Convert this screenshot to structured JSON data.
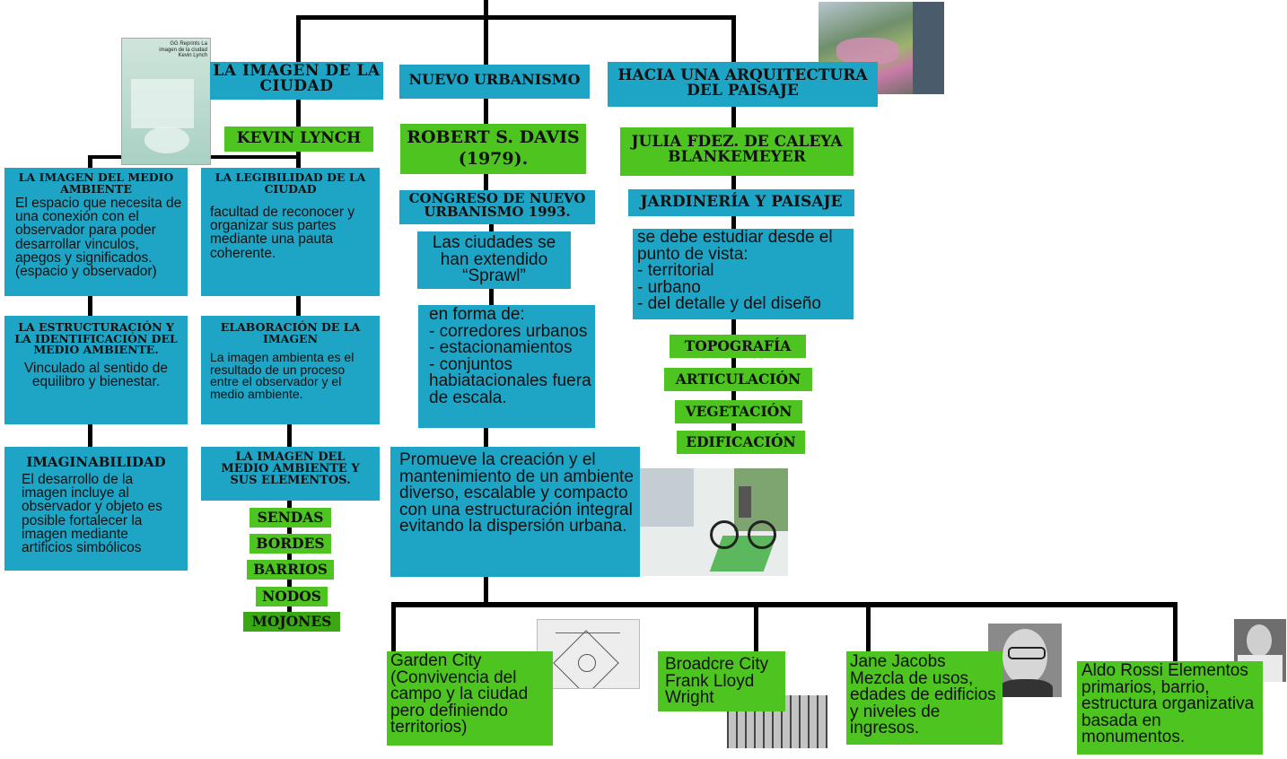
{
  "branches": {
    "lynch": {
      "title": "La imagen de la ciudad",
      "author": "Kevin Lynch",
      "book_cover": "GG Reprints La imagen de la ciudad Kevin Lynch",
      "medio": {
        "title": "La imagen del medio ambiente",
        "text": "El espacio que necesita de una conexión con el observador para poder desarrollar vinculos, apegos y significados. (espacio y observador)"
      },
      "legibilidad": {
        "title": "La legibilidad de la ciudad",
        "text": "facultad de reconocer y organizar sus partes mediante una pauta coherente."
      },
      "estructuracion": {
        "title": "La estructuración y la identificación del medio ambiente.",
        "text": "Vinculado al sentido de equilibro y bienestar."
      },
      "elaboracion": {
        "title": "Elaboración de la imagen",
        "text": "La imagen ambienta es el resultado de un proceso entre el observador y el medio ambiente."
      },
      "imaginabilidad": {
        "title": "IMAGINABILIDAD",
        "text": "El desarrollo de la imagen incluye al observador y objeto es posible fortalecer la imagen mediante artificios simbólicos"
      },
      "elementos": {
        "title": "La imagen del medio ambiente y sus elementos.",
        "items": [
          "SENDAS",
          "BORDES",
          "BARRIOS",
          "NODOS",
          "MOJONES"
        ]
      }
    },
    "nuevo": {
      "title": "Nuevo urbanismo",
      "author": "Robert S. Davis (1979).",
      "congreso": "Congreso de nuevo urbanismo 1993.",
      "sprawl": "Las ciudades se han extendido “Sprawl”",
      "forma": [
        "en forma de:",
        "- corredores urbanos",
        "- estacionamientos",
        "- conjuntos habiatacionales fuera de escala."
      ],
      "promueve": "Promueve la creación  y el mantenimiento de un ambiente diverso, escalable y compacto con una estructuración integral evitando la dispersión urbana."
    },
    "paisaje": {
      "title": "Hacia una arquitectura del paisaje",
      "author": "Julia Fdez. de Caleya Blankemeyer",
      "jardineria": "Jardinería y paisaje",
      "estudiar": [
        "se debe estudiar desde el punto de vista:",
        "- territorial",
        "- urbano",
        "- del detalle y del diseño"
      ],
      "items": [
        "TOPOGRAFÍA",
        "ARTICULACIÓN",
        "VEGETACIÓN",
        "EDIFICACIÓN"
      ]
    }
  },
  "bottom": [
    {
      "text": "Garden City (Convivencia del campo y la ciudad pero definiendo territorios)"
    },
    {
      "text": "Broadcre City Frank Lloyd Wright"
    },
    {
      "text": "Jane Jacobs Mezcla de usos, edades de edificios y niveles de ingresos."
    },
    {
      "text": "Aldo Rossi Elementos primarios, barrio, estructura organizativa basada en monumentos."
    }
  ],
  "colors": {
    "blue": "#1ea5c6",
    "green": "#4dc41f",
    "dark_green": "#3aa812",
    "line": "#000000"
  }
}
